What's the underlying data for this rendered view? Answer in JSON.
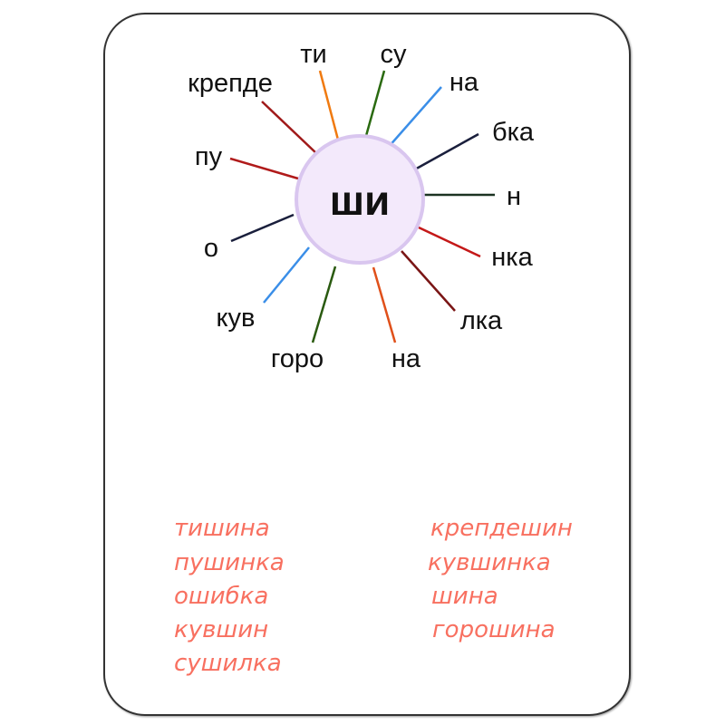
{
  "center": {
    "syllable": "ши",
    "fill_color": "#f3e9fb",
    "border_color": "#d9c6ef"
  },
  "rays": [
    {
      "fragment": "ти",
      "color": "#f07a10"
    },
    {
      "fragment": "су",
      "color": "#2a6a10"
    },
    {
      "fragment": "на",
      "color": "#3a8ee8"
    },
    {
      "fragment": "бка",
      "color": "#1a1f3c"
    },
    {
      "fragment": "н",
      "color": "#1c3322"
    },
    {
      "fragment": "нка",
      "color": "#c41818"
    },
    {
      "fragment": "лка",
      "color": "#7a1515"
    },
    {
      "fragment": "на",
      "color": "#e0501a"
    },
    {
      "fragment": "горо",
      "color": "#2a5a10"
    },
    {
      "fragment": "кув",
      "color": "#3a8ee8"
    },
    {
      "fragment": "о",
      "color": "#1a1f3c"
    },
    {
      "fragment": "пу",
      "color": "#b01a1a"
    },
    {
      "fragment": "крепде",
      "color": "#a01a1a"
    }
  ],
  "answers": {
    "color": "#f87060",
    "left": [
      "тишина",
      "пушинка",
      "ошибка",
      "кувшин",
      "сушилка"
    ],
    "right": [
      "крепдешин",
      "кувшинка",
      "шина",
      "горошина"
    ]
  }
}
